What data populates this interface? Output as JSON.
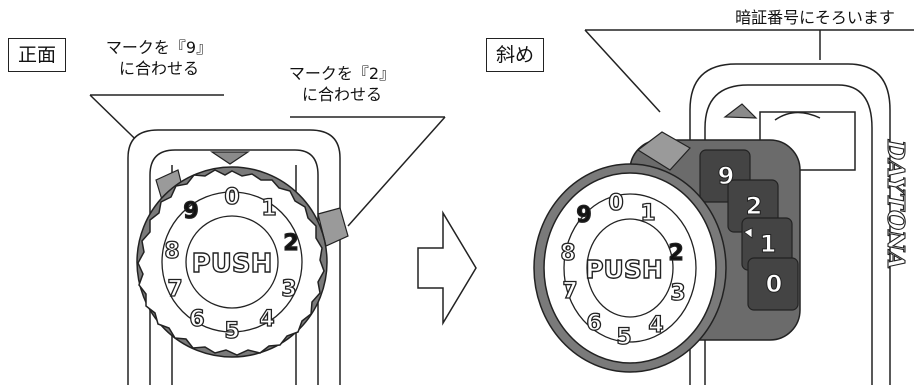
{
  "front_label": "正面",
  "angled_label": "斜め",
  "callout_9": [
    "マークを『9』",
    "に合わせる"
  ],
  "callout_2": [
    "マークを『2』",
    "に合わせる"
  ],
  "callout_combo": "暗証番号にそろいます",
  "push_text": "PUSH",
  "brand_text": "DAYTONA",
  "dial_digits": [
    "0",
    "1",
    "2",
    "3",
    "4",
    "5",
    "6",
    "7",
    "8",
    "9"
  ],
  "combo_wheels": [
    "9",
    "2",
    "1",
    "0"
  ],
  "colors": {
    "line": "#222222",
    "mark": "#8a8a8a",
    "dial_gray": "#9a9a9a",
    "dark_ring": "#6b6b6b"
  }
}
